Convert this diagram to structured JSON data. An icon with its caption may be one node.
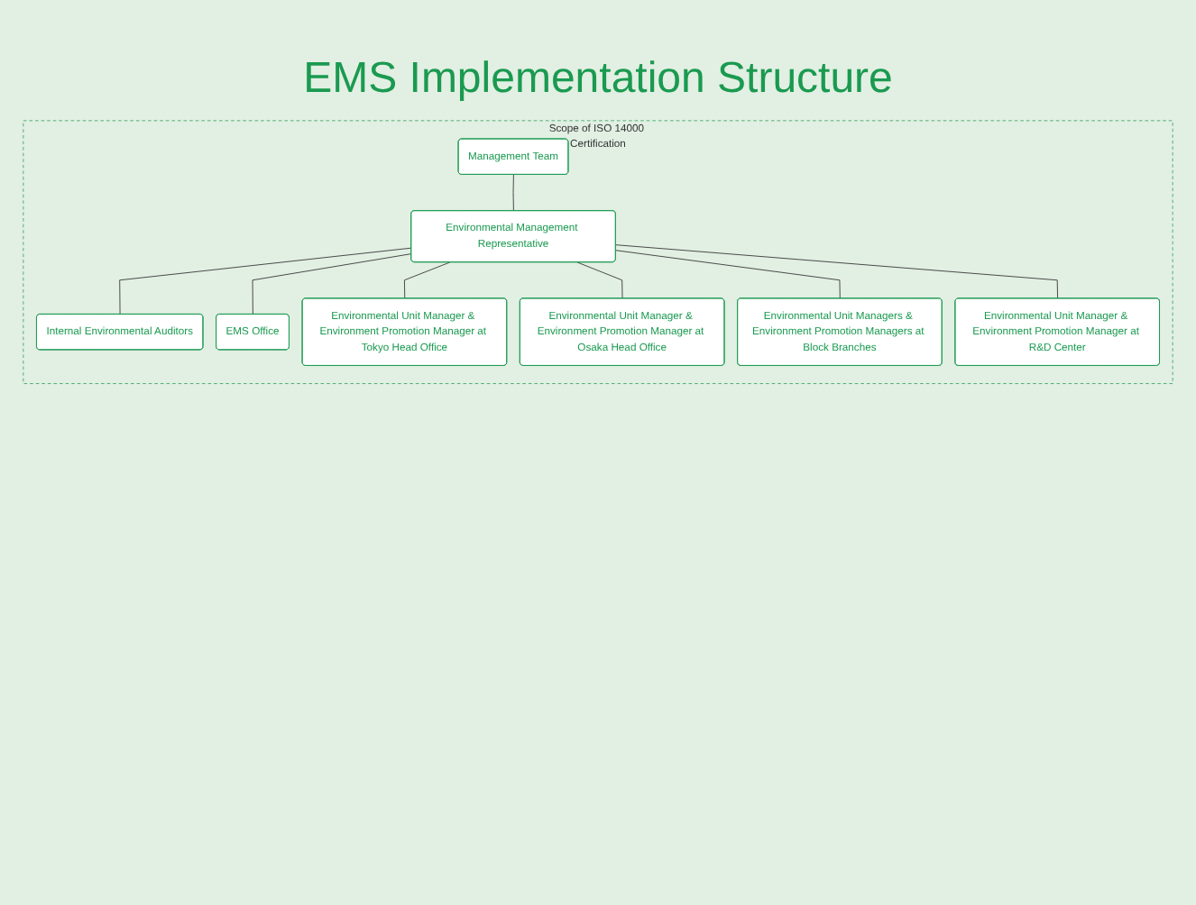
{
  "diagram": {
    "title": "EMS Implementation Structure",
    "nodes": [
      {
        "text": [
          "Scope of ISO 14000 Certification"
        ]
      },
      {
        "text": [
          "Management Team"
        ],
        "in": 0
      },
      {
        "text": [
          "Environmental Management Representative"
        ],
        "in": 0
      },
      {
        "text": [
          "Internal Environmental Auditors"
        ],
        "in": 0
      },
      {
        "text": [
          "EMS Office"
        ],
        "in": 0
      },
      {
        "text": [
          "Environmental Unit Manager & Environment Promotion Manager at Tokyo Head Office"
        ],
        "in": 0
      },
      {
        "text": [
          "Environmental Unit Manager & Environment Promotion Manager at Osaka Head Office"
        ],
        "in": 0
      },
      {
        "text": [
          "Environmental Unit Managers & Environment Promotion Managers at Block Branches"
        ],
        "in": 0
      },
      {
        "text": [
          "Environmental Unit Manager & Environment Promotion Manager at R&D Center"
        ],
        "in": 0
      }
    ],
    "edges": [
      {
        "from": 1,
        "to": 2,
        "arrow": "none"
      },
      {
        "from": 2,
        "to": 3,
        "arrow": "none"
      },
      {
        "from": 2,
        "to": 4,
        "arrow": "none"
      },
      {
        "from": 2,
        "to": 5,
        "arrow": "none"
      },
      {
        "from": 2,
        "to": 6,
        "arrow": "none"
      },
      {
        "from": 2,
        "to": 7,
        "arrow": "none"
      },
      {
        "from": 2,
        "to": 8,
        "arrow": "none"
      }
    ]
  }
}
